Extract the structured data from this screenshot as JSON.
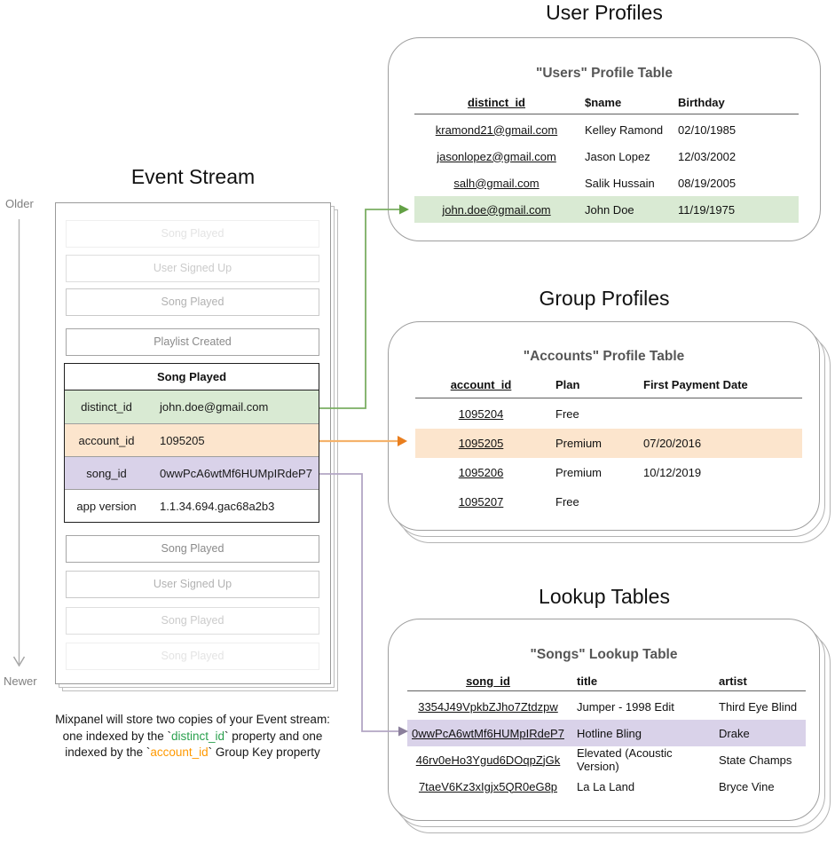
{
  "event_stream": {
    "title": "Event Stream",
    "older_label": "Older",
    "newer_label": "Newer",
    "events_before": [
      "Song Played",
      "User Signed Up",
      "Song Played",
      "Playlist Created"
    ],
    "detail_event": {
      "header": "Song Played",
      "properties": [
        {
          "key": "distinct_id",
          "value": "john.doe@gmail.com",
          "highlight": "#d9ead3"
        },
        {
          "key": "account_id",
          "value": "1095205",
          "highlight": "#fce5cd"
        },
        {
          "key": "song_id",
          "value": "0wwPcA6wtMf6HUMpIRdeP7",
          "highlight": "#d9d2e9"
        },
        {
          "key": "app version",
          "value": "1.1.34.694.gac68a2b3",
          "highlight": "#ffffff"
        }
      ]
    },
    "events_after": [
      "Song Played",
      "User Signed Up",
      "Song Played",
      "Song Played"
    ]
  },
  "user_profiles": {
    "section_title": "User Profiles",
    "table_title": "\"Users\" Profile Table",
    "columns": [
      "distinct_id",
      "$name",
      "Birthday"
    ],
    "rows": [
      [
        "kramond21@gmail.com",
        "Kelley Ramond",
        "02/10/1985"
      ],
      [
        "jasonlopez@gmail.com",
        "Jason Lopez",
        "12/03/2002"
      ],
      [
        "salh@gmail.com",
        "Salik Hussain",
        "08/19/2005"
      ],
      [
        "john.doe@gmail.com",
        "John Doe",
        "11/19/1975"
      ]
    ],
    "highlight_row_index": 3,
    "highlight_color": "#d9ead3"
  },
  "group_profiles": {
    "section_title": "Group Profiles",
    "table_title": "\"Accounts\" Profile Table",
    "columns": [
      "account_id",
      "Plan",
      "First Payment Date"
    ],
    "rows": [
      [
        "1095204",
        "Free",
        ""
      ],
      [
        "1095205",
        "Premium",
        "07/20/2016"
      ],
      [
        "1095206",
        "Premium",
        "10/12/2019"
      ],
      [
        "1095207",
        "Free",
        ""
      ]
    ],
    "highlight_row_index": 1,
    "highlight_color": "#fce5cd"
  },
  "lookup_tables": {
    "section_title": "Lookup Tables",
    "table_title": "\"Songs\" Lookup Table",
    "columns": [
      "song_id",
      "title",
      "artist"
    ],
    "rows": [
      [
        "3354J49VpkbZJho7Ztdzpw",
        "Jumper - 1998 Edit",
        "Third Eye Blind"
      ],
      [
        "0wwPcA6wtMf6HUMpIRdeP7",
        "Hotline Bling",
        "Drake"
      ],
      [
        "46rv0eHo3Ygud6DOqpZjGk",
        "Elevated (Acoustic Version)",
        "State Champs"
      ],
      [
        "7taeV6Kz3xIgjx5QR0eG8p",
        "La La Land",
        "Bryce Vine"
      ]
    ],
    "highlight_row_index": 1,
    "highlight_color": "#d9d2e9"
  },
  "caption": {
    "line1": "Mixpanel will store two copies of your Event stream:",
    "line2_prefix": "one indexed by the `",
    "line2_code": "distinct_id",
    "line2_suffix": "` property and one",
    "line3_prefix": "indexed by the `",
    "line3_code": "account_id",
    "line3_suffix": "` Group Key property",
    "code_green": "#2aa04e",
    "code_orange": "#ff9900"
  },
  "colors": {
    "green_highlight": "#d9ead3",
    "orange_highlight": "#fce5cd",
    "purple_highlight": "#d9d2e9",
    "green_arrow_line": "#7bae63",
    "green_arrow_head": "#63a145",
    "orange_arrow_line": "#f5b26b",
    "orange_arrow_head": "#e97e1e",
    "purple_arrow_line": "#b3a6c4",
    "purple_arrow_head": "#8b7f9c",
    "card_border": "#9e9e9e",
    "table_rule": "#606060"
  }
}
